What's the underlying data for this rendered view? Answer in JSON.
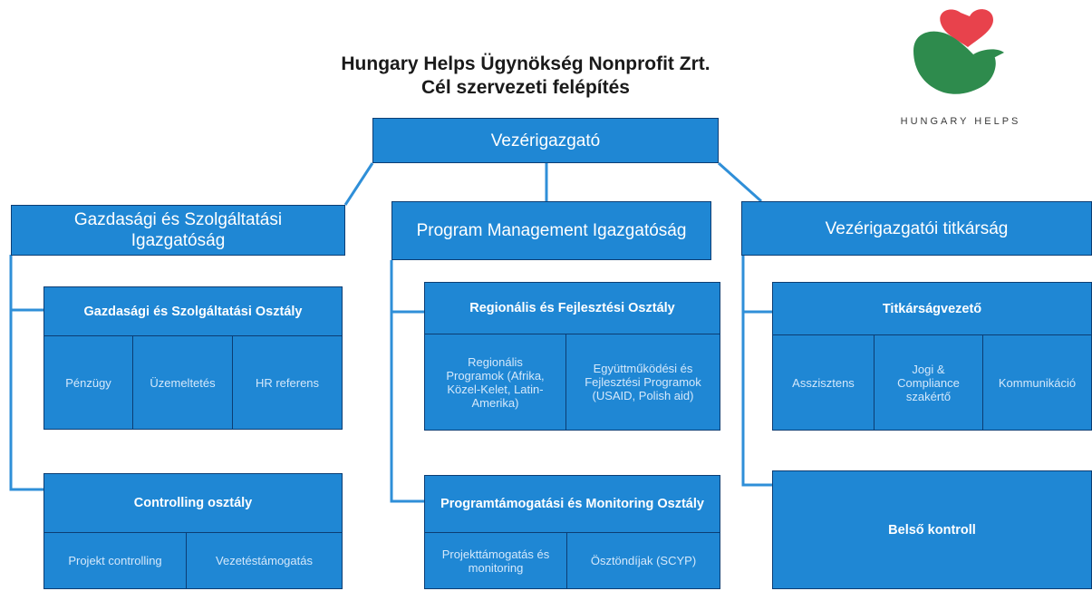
{
  "title": {
    "line1": "Hungary Helps Ügynökség Nonprofit Zrt.",
    "line2": "Cél szervezeti felépítés"
  },
  "logo": {
    "text": "HUNGARY HELPS"
  },
  "colors": {
    "box": "#1f87d4",
    "box_border": "#0c3d73",
    "connector": "#2f8fd8",
    "cell_text": "#d4e8fb"
  },
  "ceo": "Vezérigazgató",
  "directorates": [
    {
      "label": "Gazdasági és Szolgáltatási Igazgatóság",
      "departments": [
        {
          "label": "Gazdasági és Szolgáltatási Osztály",
          "units": [
            "Pénzügy",
            "Üzemeltetés",
            "HR referens"
          ]
        },
        {
          "label": "Controlling osztály",
          "units": [
            "Projekt controlling",
            "Vezetéstámogatás"
          ]
        }
      ]
    },
    {
      "label": "Program Management Igazgatóság",
      "departments": [
        {
          "label": "Regionális és Fejlesztési Osztály",
          "units": [
            "Regionális Programok (Afrika, Közel-Kelet, Latin-Amerika)",
            "Együttműködési és Fejlesztési Programok (USAID, Polish aid)"
          ]
        },
        {
          "label": "Programtámogatási és Monitoring Osztály",
          "units": [
            "Projekttámogatás és monitoring",
            "Ösztöndíjak (SCYP)"
          ]
        }
      ]
    },
    {
      "label": "Vezérigazgatói titkárság",
      "departments": [
        {
          "label": "Titkárságvezető",
          "units": [
            "Asszisztens",
            "Jogi & Compliance szakértő",
            "Kommunikáció"
          ]
        },
        {
          "label": "Belső kontroll",
          "units": []
        }
      ]
    }
  ]
}
